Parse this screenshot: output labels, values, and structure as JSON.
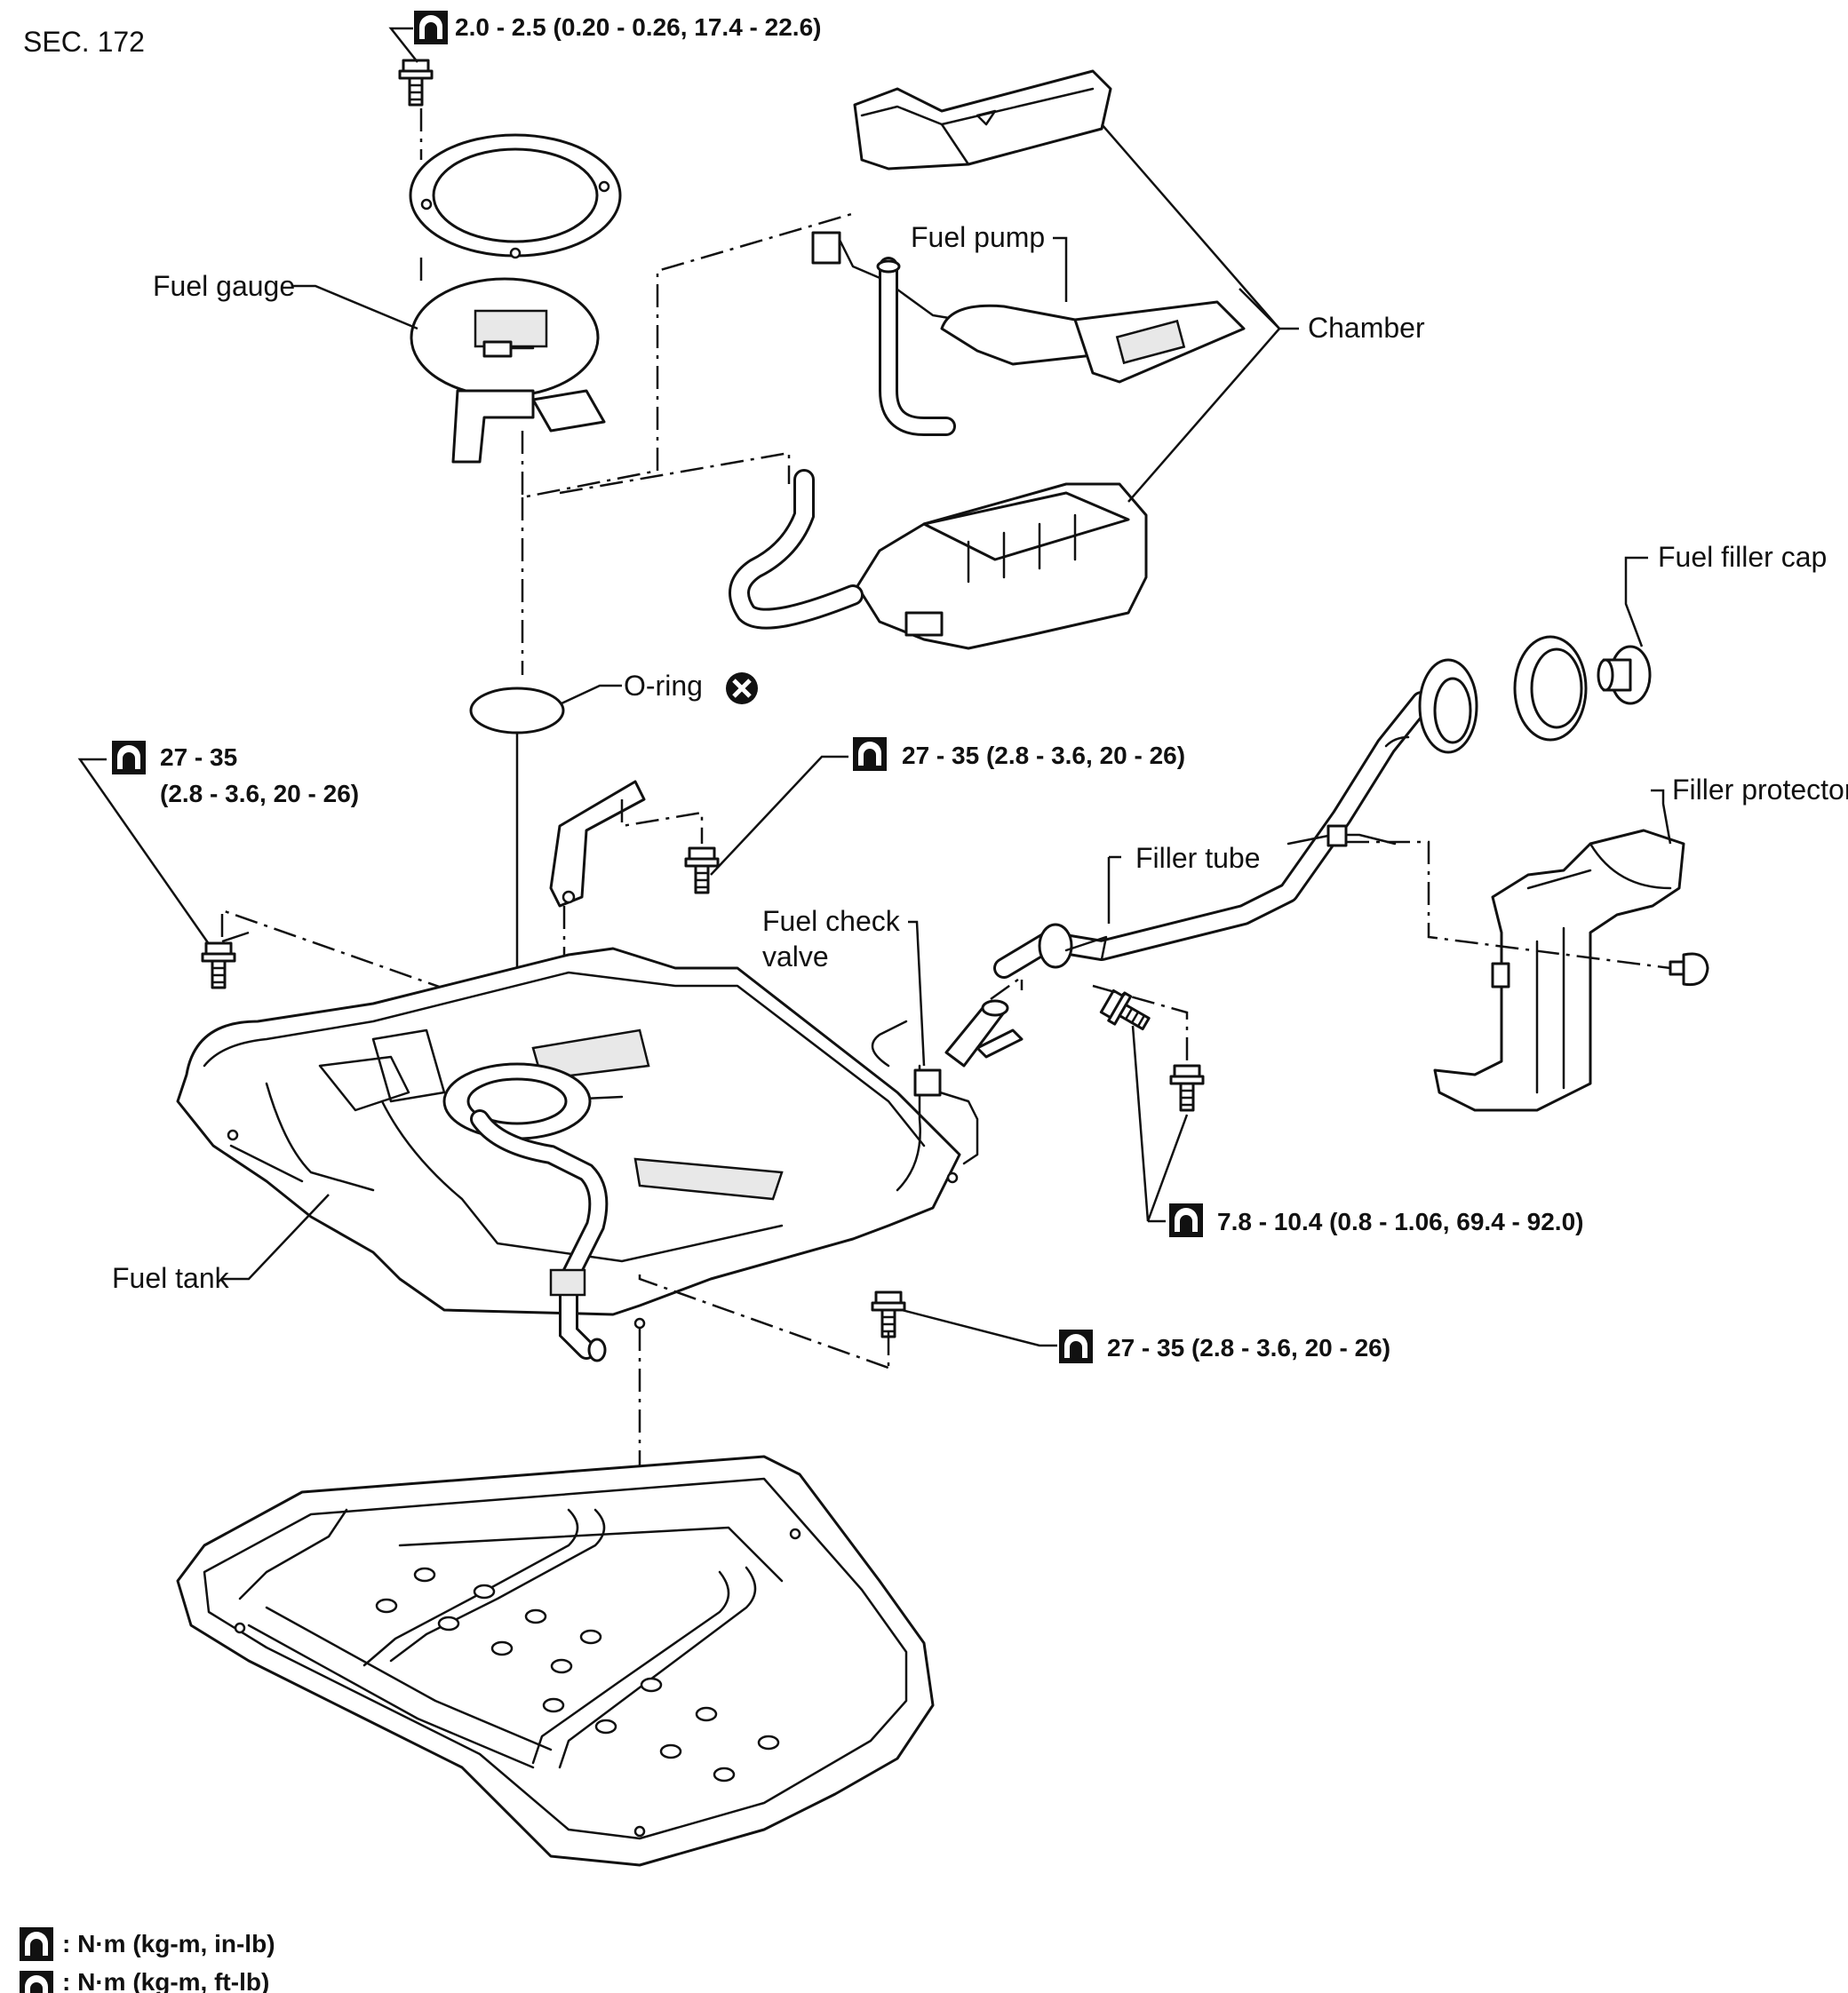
{
  "section": "SEC. 172",
  "labels": {
    "fuel_gauge": "Fuel gauge",
    "fuel_pump": "Fuel pump",
    "chamber": "Chamber",
    "o_ring": "O-ring",
    "fuel_filler_cap": "Fuel filler cap",
    "filler_protector": "Filler protector",
    "filler_tube": "Filler tube",
    "fuel_check_valve_1": "Fuel check",
    "fuel_check_valve_2": "valve",
    "fuel_tank": "Fuel tank"
  },
  "torques": {
    "gauge_bolt": "2.0 - 2.5 (0.20 - 0.26, 17.4 - 22.6)",
    "tank_left_1": "27 - 35",
    "tank_left_2": "(2.8 - 3.6, 20 - 26)",
    "tank_bracket": "27 - 35 (2.8 - 3.6, 20 - 26)",
    "filler_tube_bolts": "7.8 - 10.4 (0.8 - 1.06, 69.4 - 92.0)",
    "tank_right": "27 - 35 (2.8 - 3.6, 20 - 26)"
  },
  "legend": {
    "solid_wrench": ": N·m (kg-m, in-lb)",
    "outline_wrench": ": N·m (kg-m, ft-lb)"
  },
  "icons": {
    "solid": "torque-wrench-solid-icon",
    "outline": "torque-wrench-outline-icon",
    "discard": "x-circle-icon"
  }
}
